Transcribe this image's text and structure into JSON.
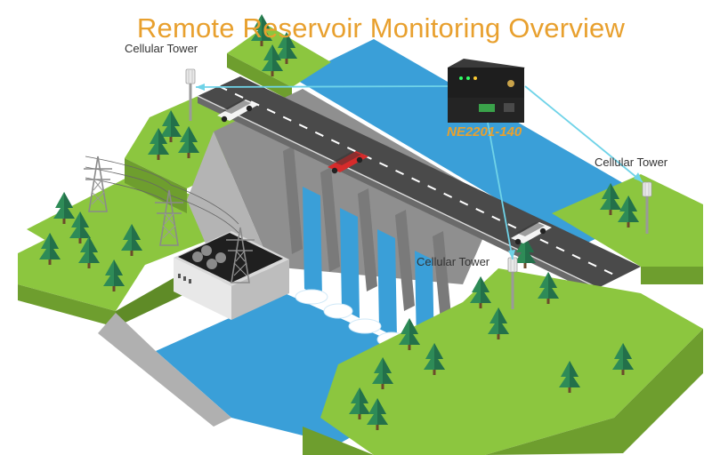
{
  "title": "Remote Reservoir Monitoring Overview",
  "device": {
    "model": "NE2201-140"
  },
  "towers": [
    {
      "label": "Cellular Tower"
    },
    {
      "label": "Cellular Tower"
    },
    {
      "label": "Cellular Tower"
    }
  ],
  "colors": {
    "title": "#E8A02E",
    "device_label": "#E8A02E",
    "link": "#6FD3E8",
    "water": "#3A9FD8",
    "grass": "#8CC63F",
    "cliff": "#6E9E2E",
    "tree": "#2E8B57",
    "road": "#4A4A4A",
    "dam": "#9A9A9A"
  }
}
